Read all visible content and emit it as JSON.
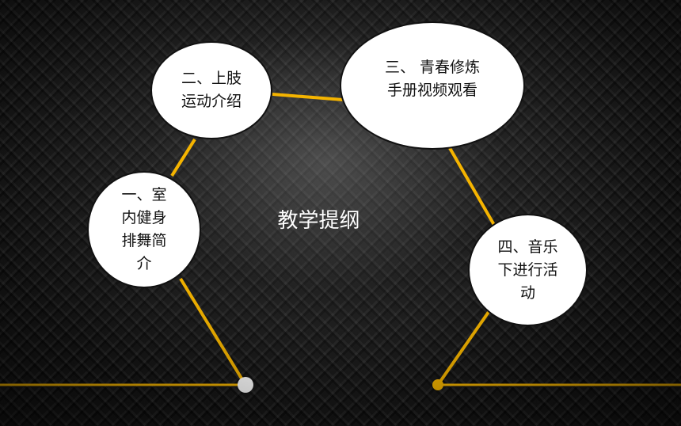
{
  "center_title": "教学提纲",
  "nodes": [
    {
      "label_lines": [
        "一、室",
        "内健身",
        "排舞简",
        "介"
      ]
    },
    {
      "label_lines": [
        "二、上肢",
        "运动介绍"
      ]
    },
    {
      "label_lines": [
        "三、 青春修炼",
        "手册视频观看"
      ]
    },
    {
      "label_lines": [
        "四、音乐",
        "下进行活",
        "动"
      ]
    }
  ],
  "colors": {
    "connector": "#f5b400",
    "node_fill": "#ffffff",
    "node_border": "#111111",
    "text_dark": "#111111",
    "text_light": "#ffffff",
    "left_dot": "#ffffff",
    "right_dot": "#f5b400"
  }
}
